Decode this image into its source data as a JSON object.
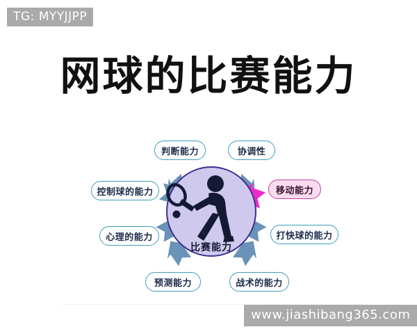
{
  "watermarks": {
    "top_left": "TG: MYYJJPP",
    "bottom_right": "www.jiashibang365.com"
  },
  "title": "网球的比赛能力",
  "diagram": {
    "type": "radial-hub-and-spoke",
    "center": {
      "label": "比赛能力",
      "icon": "tennis-player-icon",
      "fill_color": "#cfc9ee",
      "stroke_color": "#3b2f8f"
    },
    "arrow_color": "#6b93b8",
    "highlight_arrow_color": "#ee2bc8",
    "nodes": [
      {
        "id": "judgment",
        "label": "判断能力",
        "highlight": false
      },
      {
        "id": "coordination",
        "label": "协调性",
        "highlight": false
      },
      {
        "id": "ball_control",
        "label": "控制球的能力",
        "highlight": false
      },
      {
        "id": "movement",
        "label": "移动能力",
        "highlight": true
      },
      {
        "id": "mental",
        "label": "心理的能力",
        "highlight": false
      },
      {
        "id": "fastball",
        "label": "打快球的能力",
        "highlight": false
      },
      {
        "id": "prediction",
        "label": "预测能力",
        "highlight": false
      },
      {
        "id": "tactics",
        "label": "战术的能力",
        "highlight": false
      }
    ]
  }
}
